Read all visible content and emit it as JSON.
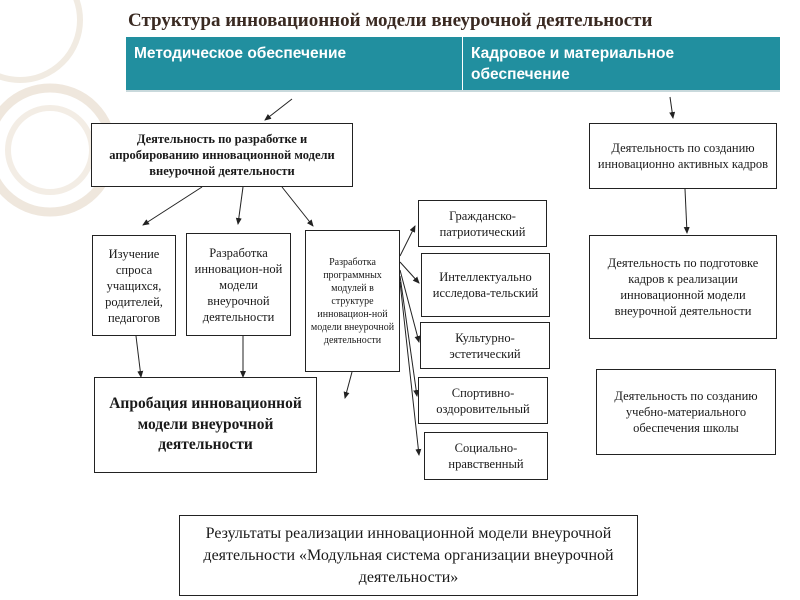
{
  "title": "Структура инновационной модели внеурочной деятельности",
  "header": {
    "left": "Методическое обеспечение",
    "right": "Кадровое и материальное обеспечение"
  },
  "boxes": {
    "development": "Деятельность по разработке и апробированию инновационной модели внеурочной деятельности",
    "study": "Изучение спроса учащихся, родителей, педагогов",
    "model_dev": "Разработка инновацион-ной модели внеурочной деятельности",
    "modules_dev": "Разработка программных модулей в структуре инновацион-ной модели внеурочной деятельности",
    "approbation": "Апробация инновационной модели внеурочной деятельности",
    "results": "Результаты реализации инновационной модели внеурочной деятельности «Модульная система организации внеурочной  деятельности»",
    "staff_creation": "Деятельность по созданию инновационно активных кадров",
    "staff_training": "Деятельность по подготовке кадров к реализации инновационной модели внеурочной деятельности",
    "material_base": "Деятельность по созданию учебно-материального обеспечения школы"
  },
  "directions": [
    "Гражданско-патриотический",
    "Интеллектуально исследова-тельский",
    "Культурно-эстетический",
    "Спортивно-оздоровительный",
    "Социально-нравственный"
  ]
}
